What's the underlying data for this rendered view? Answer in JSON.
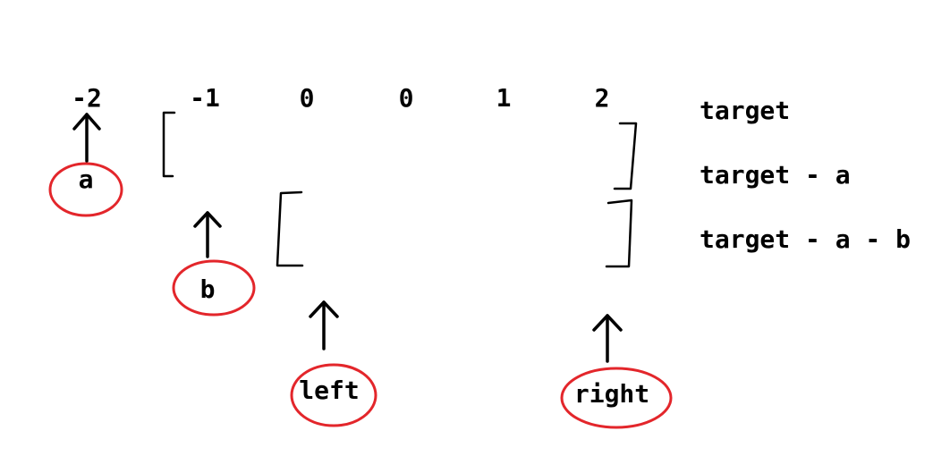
{
  "array_values": [
    "-2",
    "-1",
    "0",
    "0",
    "1",
    "2"
  ],
  "expressions": {
    "level0": "target",
    "level1": "target - a",
    "level2": "target - a - b"
  },
  "pointers": {
    "a": "a",
    "b": "b",
    "left": "left",
    "right": "right"
  },
  "colors": {
    "ink": "#000000",
    "circle": "#e3262b",
    "background": "#ffffff"
  }
}
